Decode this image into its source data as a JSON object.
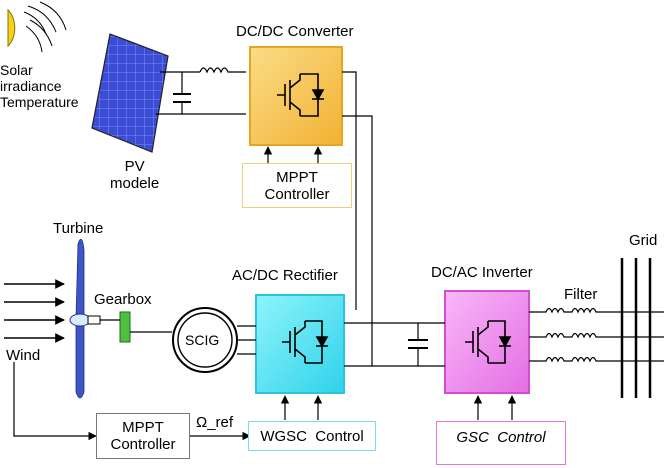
{
  "labels": {
    "solar_irradiance": "Solar\nirradiance\nTemperature",
    "pv_module": "PV\nmodele",
    "dcdc_converter": "DC/DC Converter",
    "mppt_controller_top": "MPPT\nController",
    "turbine": "Turbine",
    "gearbox": "Gearbox",
    "wind": "Wind",
    "scig": "SCIG",
    "acdc_rectifier": "AC/DC Rectifier",
    "dcac_inverter": "DC/AC Inverter",
    "filter": "Filter",
    "grid": "Grid",
    "mppt_controller_bottom": "MPPT\nController",
    "omega_ref": "Ω_ref",
    "wgsc_control": "WGSC  Control",
    "gsc_control": "GSC  Control"
  },
  "colors": {
    "dcdc_fill": "#f6c24a",
    "dcdc_border": "#e8a31f",
    "rectifier_fill": "#56e6f2",
    "rectifier_border": "#29c4dd",
    "inverter_fill": "#f08cf0",
    "inverter_border": "#d04fd0",
    "mppt_top_border": "#e8d27a",
    "wgsc_border": "#7fd8e6",
    "gsc_border": "#e07ad8",
    "sun": "#f3d21b",
    "pv_panel": "#3c4fd6",
    "turbine": "#3c56c8",
    "gearbox": "#4fbf3f"
  }
}
